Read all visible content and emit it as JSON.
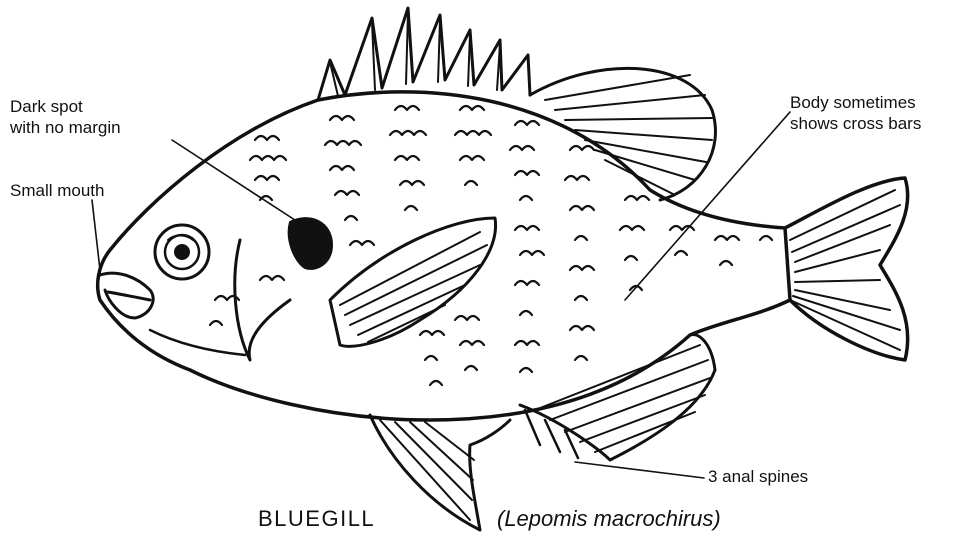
{
  "diagram": {
    "labels": {
      "dark_spot_line1": "Dark spot",
      "dark_spot_line2": "with no margin",
      "small_mouth": "Small mouth",
      "body_line1": "Body sometimes",
      "body_line2": "shows cross bars",
      "anal_spines": "3 anal spines"
    },
    "common_name": "BLUEGILL",
    "scientific_name": "(Lepomis macrochirus)"
  },
  "colors": {
    "ink": "#111111",
    "paper": "#ffffff"
  }
}
